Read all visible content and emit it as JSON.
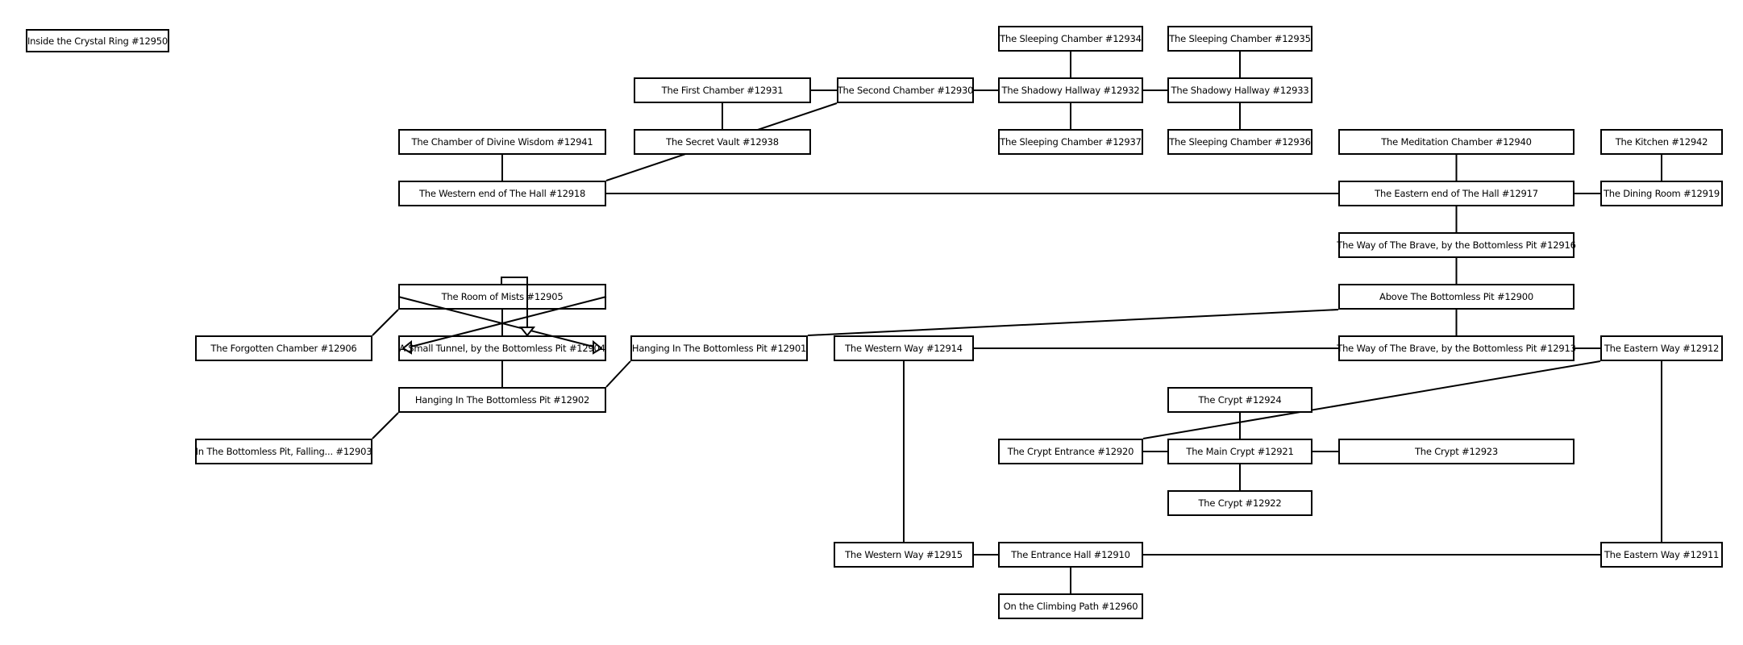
{
  "diagram": {
    "title": "Room map",
    "colors": {
      "line": "#000000",
      "box_border": "#000000",
      "background": "#ffffff",
      "text": "#000000"
    },
    "rooms": [
      {
        "id": "12950",
        "label": "Inside the Crystal Ring #12950"
      },
      {
        "id": "12931",
        "label": "The First Chamber #12931"
      },
      {
        "id": "12930",
        "label": "The Second Chamber #12930"
      },
      {
        "id": "12934",
        "label": "The Sleeping Chamber #12934"
      },
      {
        "id": "12935",
        "label": "The Sleeping Chamber #12935"
      },
      {
        "id": "12932",
        "label": "The Shadowy Hallway #12932"
      },
      {
        "id": "12933",
        "label": "The Shadowy Hallway #12933"
      },
      {
        "id": "12941",
        "label": "The Chamber of Divine Wisdom #12941"
      },
      {
        "id": "12938",
        "label": "The Secret Vault #12938"
      },
      {
        "id": "12937",
        "label": "The Sleeping Chamber #12937"
      },
      {
        "id": "12936",
        "label": "The Sleeping Chamber #12936"
      },
      {
        "id": "12940",
        "label": "The Meditation Chamber #12940"
      },
      {
        "id": "12942",
        "label": "The Kitchen #12942"
      },
      {
        "id": "12918",
        "label": "The Western end of The Hall #12918"
      },
      {
        "id": "12917",
        "label": "The Eastern end of The Hall #12917"
      },
      {
        "id": "12919",
        "label": "The Dining Room #12919"
      },
      {
        "id": "12916",
        "label": "The Way of The Brave, by the Bottomless Pit #12916"
      },
      {
        "id": "12905",
        "label": "The Room of Mists #12905"
      },
      {
        "id": "12900",
        "label": "Above The Bottomless Pit #12900"
      },
      {
        "id": "12906",
        "label": "The Forgotten Chamber #12906"
      },
      {
        "id": "12904",
        "label": "A Small Tunnel, by the Bottomless Pit #12904"
      },
      {
        "id": "12901",
        "label": "Hanging In The Bottomless Pit #12901"
      },
      {
        "id": "12914",
        "label": "The Western Way #12914"
      },
      {
        "id": "12913",
        "label": "The Way of The Brave, by the Bottomless Pit #12913"
      },
      {
        "id": "12912",
        "label": "The Eastern Way #12912"
      },
      {
        "id": "12902",
        "label": "Hanging In The Bottomless Pit #12902"
      },
      {
        "id": "12924",
        "label": "The Crypt #12924"
      },
      {
        "id": "12903",
        "label": "In The Bottomless Pit, Falling... #12903"
      },
      {
        "id": "12920",
        "label": "The Crypt Entrance #12920"
      },
      {
        "id": "12921",
        "label": "The Main Crypt #12921"
      },
      {
        "id": "12923",
        "label": "The Crypt #12923"
      },
      {
        "id": "12922",
        "label": "The Crypt #12922"
      },
      {
        "id": "12915",
        "label": "The Western Way #12915"
      },
      {
        "id": "12910",
        "label": "The Entrance Hall #12910"
      },
      {
        "id": "12911",
        "label": "The Eastern Way #12911"
      },
      {
        "id": "12960",
        "label": "On the Climbing Path #12960"
      }
    ],
    "connections": [
      {
        "from": "12931",
        "to": "12930"
      },
      {
        "from": "12930",
        "to": "12932"
      },
      {
        "from": "12932",
        "to": "12933"
      },
      {
        "from": "12934",
        "to": "12932"
      },
      {
        "from": "12932",
        "to": "12937"
      },
      {
        "from": "12935",
        "to": "12933"
      },
      {
        "from": "12933",
        "to": "12936"
      },
      {
        "from": "12931",
        "to": "12938"
      },
      {
        "from": "12941",
        "to": "12918"
      },
      {
        "from": "12918",
        "to": "12930"
      },
      {
        "from": "12918",
        "to": "12917"
      },
      {
        "from": "12940",
        "to": "12917"
      },
      {
        "from": "12917",
        "to": "12919"
      },
      {
        "from": "12942",
        "to": "12919"
      },
      {
        "from": "12917",
        "to": "12916"
      },
      {
        "from": "12916",
        "to": "12900"
      },
      {
        "from": "12900",
        "to": "12913"
      },
      {
        "from": "12900",
        "to": "12901"
      },
      {
        "from": "12914",
        "to": "12913"
      },
      {
        "from": "12913",
        "to": "12912"
      },
      {
        "from": "12912",
        "to": "12920"
      },
      {
        "from": "12912",
        "to": "12911"
      },
      {
        "from": "12914",
        "to": "12915"
      },
      {
        "from": "12915",
        "to": "12910"
      },
      {
        "from": "12910",
        "to": "12911"
      },
      {
        "from": "12910",
        "to": "12960"
      },
      {
        "from": "12924",
        "to": "12921"
      },
      {
        "from": "12920",
        "to": "12921"
      },
      {
        "from": "12921",
        "to": "12923"
      },
      {
        "from": "12921",
        "to": "12922"
      },
      {
        "from": "12905",
        "to": "12906"
      },
      {
        "from": "12905",
        "to": "12904"
      },
      {
        "from": "12904",
        "to": "12902"
      },
      {
        "from": "12902",
        "to": "12903"
      },
      {
        "from": "12902",
        "to": "12901"
      },
      {
        "from": "12905",
        "to": "12904",
        "style": "cross-left-arrow"
      },
      {
        "from": "12905",
        "to": "12904",
        "style": "cross-right-arrow"
      },
      {
        "from": "12905",
        "to": "12904",
        "style": "loop-down-arrow"
      }
    ]
  }
}
